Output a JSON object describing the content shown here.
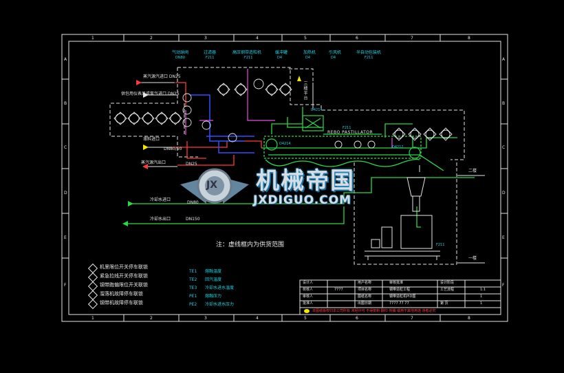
{
  "frame": {
    "columns": [
      "1",
      "2",
      "3",
      "4",
      "5",
      "6",
      "7",
      "8"
    ],
    "rows": [
      "A",
      "B",
      "C",
      "D",
      "E",
      "F"
    ]
  },
  "top_labels": [
    {
      "name": "气动球阀",
      "tag": "DN80"
    },
    {
      "name": "过滤器",
      "tag": "F211"
    },
    {
      "name": "高压钢带造粒机",
      "tag": "F211"
    },
    {
      "name": "缓冲罐",
      "tag": "D4"
    },
    {
      "name": "加热机",
      "tag": "D4"
    },
    {
      "name": "引风机",
      "tag": "D4"
    },
    {
      "name": "半自动包装机",
      "tag": "F211"
    }
  ],
  "left_labels": {
    "steam_in": "蒸汽源汽进口 DN25",
    "air_in": "供包用仪表风或氮气进口 DN25",
    "material_in": "液料进口",
    "material_dn": "DN80/50",
    "steam_out": "蒸汽源汽出口",
    "steam_out_dn": "DN25",
    "cooling_in": "冷却水进口",
    "cooling_in_dn": "DN80",
    "cooling_out": "冷却水出口",
    "cooling_out_dn": "DN150"
  },
  "vertical_label": "三楼平台",
  "machine_label": "REBO PASTILLATOR",
  "floor_labels": {
    "second": "二楼",
    "first": "一楼"
  },
  "machine_tags": [
    "D4214",
    "F211",
    "D4214",
    "D4212",
    "F211"
  ],
  "note": "注：虚线框内为供货范围",
  "interlock_legend": [
    "机里限位开关停车联锁",
    "紧急拉线开关停车联锁",
    "钢带跑偏限位开关联锁",
    "溜落机故障停车联锁",
    "钢带机故障停车联锁"
  ],
  "instrument_legend": [
    {
      "code": "TE1",
      "text": "熔融温度"
    },
    {
      "code": "TE2",
      "text": "回汽温度"
    },
    {
      "code": "TE3",
      "text": "冷却水进水温度"
    },
    {
      "code": "PE1",
      "text": "熔融压力"
    },
    {
      "code": "PE2",
      "text": "冷却水进水压力"
    }
  ],
  "title_block": {
    "rows": [
      [
        "设计人",
        "",
        "用户名称",
        "",
        "审核批准",
        "设计阶段"
      ],
      [
        "校核人",
        "7777",
        "项目名称",
        "钢带造粒工程",
        "工艺流程",
        "1:1"
      ],
      [
        "审核人",
        "",
        "图纸名称",
        "钢带造粒机PID图",
        "",
        "1"
      ],
      [
        "批准人",
        "",
        "出图日期",
        "7777 77 77",
        "第   页",
        "1"
      ]
    ],
    "footer": "本图纸版权归本公司所有 未经许可 不得复制 翻印 传播 或用于其他用途 违者必究"
  },
  "watermark": {
    "title": "机械帝国",
    "url": "JXDIGUO.COM",
    "badge": "JX"
  },
  "colors": {
    "background": "#000000",
    "frame": "#e6e6e6",
    "cyan": "#19d6e6",
    "green": "#2bd84a",
    "magenta": "#e84de0",
    "red": "#ff3a3a",
    "blue": "#3050ff",
    "yellow": "#f4e600"
  }
}
